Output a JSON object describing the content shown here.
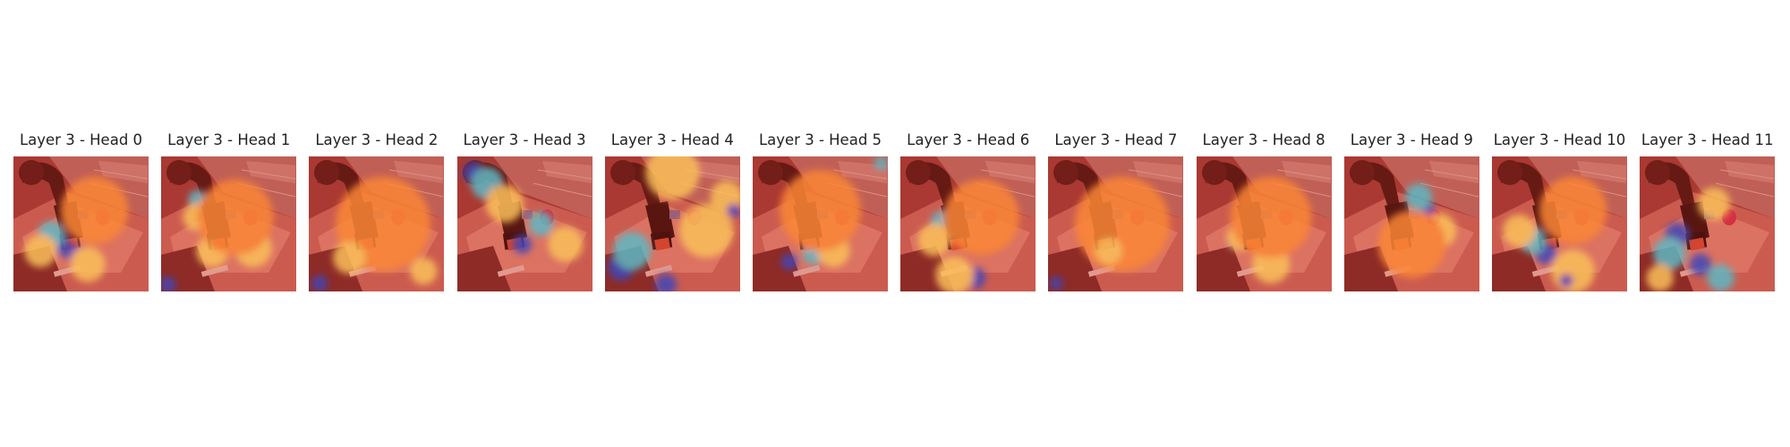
{
  "panels": [
    {
      "title": "Layer 3 - Head 0",
      "hotspots": [
        [
          "blue",
          0.33,
          0.65,
          0.09
        ],
        [
          "blue",
          0.45,
          0.72,
          0.07
        ],
        [
          "cyan",
          0.28,
          0.58,
          0.1
        ],
        [
          "yellow",
          0.55,
          0.8,
          0.13
        ],
        [
          "yellow",
          0.2,
          0.7,
          0.12
        ],
        [
          "orange",
          0.6,
          0.4,
          0.25
        ]
      ]
    },
    {
      "title": "Layer 3 - Head 1",
      "hotspots": [
        [
          "cyan",
          0.27,
          0.32,
          0.07
        ],
        [
          "yellow",
          0.26,
          0.45,
          0.1
        ],
        [
          "yellow",
          0.68,
          0.68,
          0.14
        ],
        [
          "yellow",
          0.38,
          0.7,
          0.12
        ],
        [
          "orange",
          0.55,
          0.45,
          0.28
        ],
        [
          "blue",
          0.05,
          0.95,
          0.06
        ]
      ]
    },
    {
      "title": "Layer 3 - Head 2",
      "hotspots": [
        [
          "orange",
          0.55,
          0.5,
          0.35
        ],
        [
          "yellow",
          0.3,
          0.75,
          0.12
        ],
        [
          "blue",
          0.08,
          0.94,
          0.06
        ],
        [
          "yellow",
          0.85,
          0.85,
          0.1
        ]
      ]
    },
    {
      "title": "Layer 3 - Head 3",
      "hotspots": [
        [
          "blue",
          0.12,
          0.12,
          0.08
        ],
        [
          "cyan",
          0.22,
          0.2,
          0.12
        ],
        [
          "yellow",
          0.35,
          0.35,
          0.14
        ],
        [
          "blue",
          0.48,
          0.65,
          0.07
        ],
        [
          "cyan",
          0.62,
          0.5,
          0.09
        ],
        [
          "yellow",
          0.8,
          0.65,
          0.13
        ]
      ]
    },
    {
      "title": "Layer 3 - Head 4",
      "hotspots": [
        [
          "yellow",
          0.5,
          0.12,
          0.2
        ],
        [
          "yellow",
          0.75,
          0.55,
          0.2
        ],
        [
          "blue",
          0.12,
          0.82,
          0.1
        ],
        [
          "cyan",
          0.2,
          0.7,
          0.14
        ],
        [
          "blue",
          0.45,
          0.95,
          0.08
        ],
        [
          "yellow",
          0.9,
          0.3,
          0.12
        ],
        [
          "blue",
          0.95,
          0.4,
          0.05
        ]
      ]
    },
    {
      "title": "Layer 3 - Head 5",
      "hotspots": [
        [
          "blue",
          0.27,
          0.78,
          0.06
        ],
        [
          "cyan",
          0.45,
          0.72,
          0.08
        ],
        [
          "yellow",
          0.6,
          0.7,
          0.12
        ],
        [
          "orange",
          0.5,
          0.4,
          0.3
        ],
        [
          "cyan",
          0.95,
          0.05,
          0.05
        ]
      ]
    },
    {
      "title": "Layer 3 - Head 6",
      "hotspots": [
        [
          "cyan",
          0.32,
          0.5,
          0.1
        ],
        [
          "blue",
          0.55,
          0.9,
          0.08
        ],
        [
          "yellow",
          0.4,
          0.88,
          0.14
        ],
        [
          "yellow",
          0.25,
          0.62,
          0.12
        ],
        [
          "orange",
          0.6,
          0.45,
          0.28
        ]
      ]
    },
    {
      "title": "Layer 3 - Head 7",
      "hotspots": [
        [
          "blue",
          0.06,
          0.94,
          0.05
        ],
        [
          "orange",
          0.55,
          0.5,
          0.35
        ],
        [
          "yellow",
          0.45,
          0.7,
          0.1
        ]
      ]
    },
    {
      "title": "Layer 3 - Head 8",
      "hotspots": [
        [
          "blue",
          0.28,
          0.63,
          0.06
        ],
        [
          "yellow",
          0.32,
          0.6,
          0.1
        ],
        [
          "yellow",
          0.55,
          0.8,
          0.14
        ],
        [
          "orange",
          0.55,
          0.45,
          0.3
        ]
      ]
    },
    {
      "title": "Layer 3 - Head 9",
      "hotspots": [
        [
          "blue",
          0.6,
          0.4,
          0.07
        ],
        [
          "cyan",
          0.55,
          0.3,
          0.1
        ],
        [
          "yellow",
          0.7,
          0.55,
          0.13
        ],
        [
          "orange",
          0.5,
          0.65,
          0.25
        ]
      ]
    },
    {
      "title": "Layer 3 - Head 10",
      "hotspots": [
        [
          "blue",
          0.4,
          0.72,
          0.08
        ],
        [
          "cyan",
          0.3,
          0.62,
          0.1
        ],
        [
          "yellow",
          0.6,
          0.85,
          0.16
        ],
        [
          "yellow",
          0.2,
          0.55,
          0.12
        ],
        [
          "orange",
          0.6,
          0.4,
          0.25
        ],
        [
          "blue",
          0.55,
          0.92,
          0.05
        ]
      ]
    },
    {
      "title": "Layer 3 - Head 11",
      "hotspots": [
        [
          "blue",
          0.28,
          0.58,
          0.09
        ],
        [
          "blue",
          0.45,
          0.8,
          0.08
        ],
        [
          "cyan",
          0.22,
          0.72,
          0.12
        ],
        [
          "cyan",
          0.6,
          0.9,
          0.1
        ],
        [
          "yellow",
          0.55,
          0.35,
          0.12
        ],
        [
          "yellow",
          0.15,
          0.9,
          0.1
        ]
      ]
    }
  ]
}
